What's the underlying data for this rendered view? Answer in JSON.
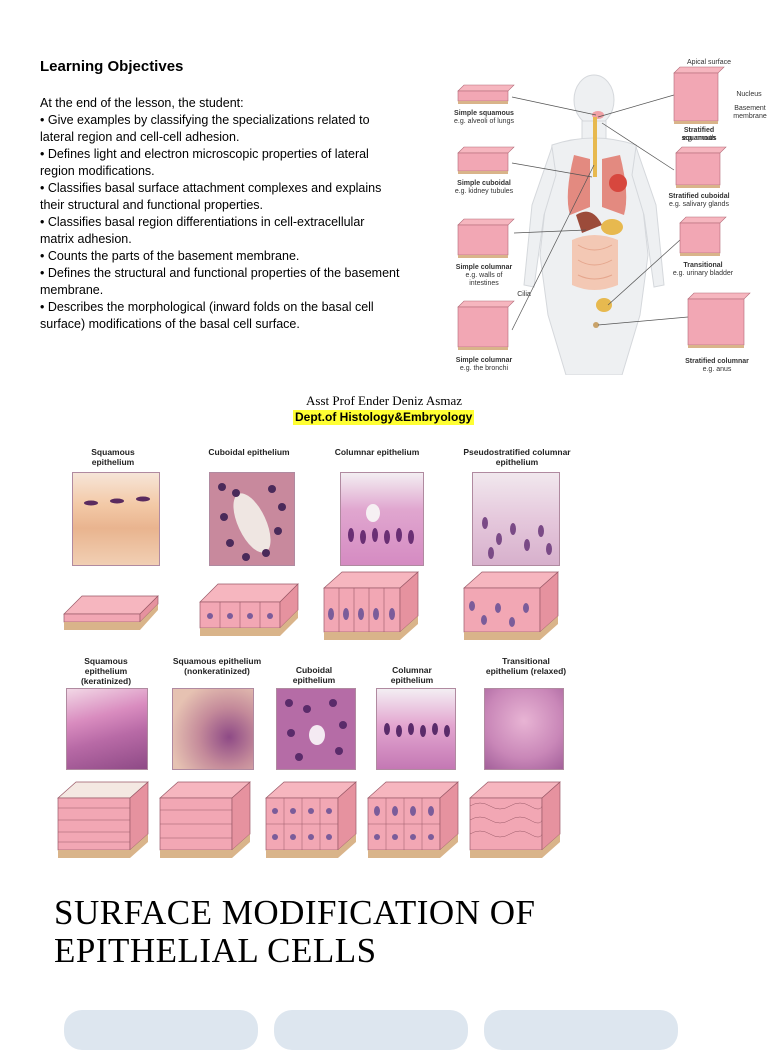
{
  "objectives": {
    "title": "Learning Objectives",
    "intro": "At the end of the lesson, the student:",
    "items": [
      "• Give examples by classifying the specializations related to lateral region and cell-cell adhesion.",
      "• Defines light and electron microscopic properties of lateral region modifications.",
      "• Classifies basal surface attachment complexes and explains their structural and functional properties.",
      "• Classifies basal region differentiations in cell-extracellular matrix adhesion.",
      "• Counts the parts of the basement membrane.",
      "• Defines the structural and functional properties of the basement membrane.",
      "• Describes the morphological (inward folds on the basal cell surface) modifications of the basal cell surface."
    ]
  },
  "body_figure": {
    "labels": {
      "apical_surface": "Apical surface",
      "nucleus": "Nucleus",
      "basement_membrane": "Basement membrane",
      "cilia": "Cilia"
    },
    "left_cells": [
      {
        "name": "Simple squamous",
        "example": "e.g. alveoli of lungs"
      },
      {
        "name": "Simple cuboidal",
        "example": "e.g. kidney tubules"
      },
      {
        "name": "Simple columnar",
        "example": "e.g. walls of intestines"
      },
      {
        "name": "Simple columnar",
        "example": "e.g. the bronchi"
      }
    ],
    "right_cells": [
      {
        "name": "Stratified squamous",
        "example": "e.g. mouth"
      },
      {
        "name": "Stratified cuboidal",
        "example": "e.g. salivary glands"
      },
      {
        "name": "Transitional",
        "example": "e.g. urinary bladder"
      },
      {
        "name": "Stratified columnar",
        "example": "e.g. anus"
      }
    ]
  },
  "author": {
    "name": "Asst Prof Ender Deniz Asmaz",
    "dept": "Dept.of Histology&Embryology"
  },
  "top_row": [
    "Squamous epithelium",
    "Cuboidal epithelium",
    "Columnar epithelium",
    "Pseudostratified columnar epithelium"
  ],
  "bottom_row": [
    "Squamous epithelium (keratinized)",
    "Squamous epithelium (nonkeratinized)",
    "Cuboidal epithelium",
    "Columnar epithelium",
    "Transitional epithelium (relaxed)"
  ],
  "main_title": {
    "line1": "SURFACE MODIFICATION OF",
    "line2": "EPITHELIAL CELLS"
  },
  "colors": {
    "highlight": "#ffff33",
    "cell_pink": "#f2a7b4",
    "micro_pink": "#d99ac4",
    "basal": "#d9b48a",
    "pill": "#dde6ef"
  }
}
